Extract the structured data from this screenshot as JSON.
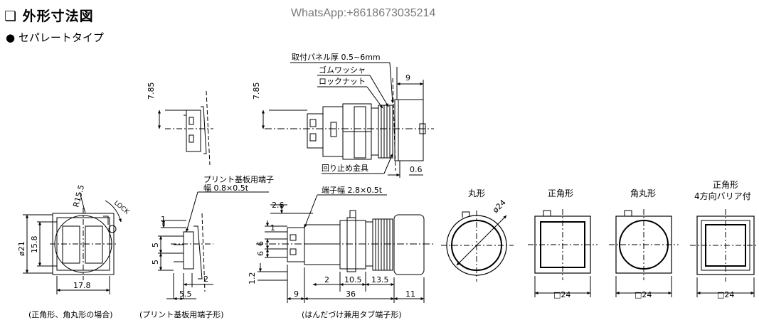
{
  "header": {
    "title": "❏ 外形寸法図",
    "subtitle": "● セパレートタイプ",
    "watermark": "WhatsApp:+8618673035214"
  },
  "callouts": {
    "panel_thickness": "取付パネル厚 0.5~6mm",
    "rubber_washer": "ゴムワッシャ",
    "lock_nut": "ロックナット",
    "anti_rotation": "回り止め金具",
    "pcb_terminal": "プリント基板用端子",
    "pcb_terminal_width": "幅 0.8×0.5t",
    "terminal_width": "端子幅 2.8×0.5t",
    "lock_marker": "LOCK"
  },
  "dimensions": {
    "top_left_785": "7.85",
    "top_mid_785": "7.85",
    "bezel_9": "9",
    "bezel_06": "0.6",
    "r155": "R15.5",
    "d21": "ø21",
    "h158": "15.8",
    "w178": "17.8",
    "pcb_1": "1",
    "pcb_5a": "5",
    "pcb_5b": "5",
    "pcb_2": "2",
    "pcb_55": "5.5",
    "tab_26": "2.6",
    "tab_1": "1",
    "tab_6a": "6",
    "tab_6b": "6",
    "tab_12": "1.2",
    "tab_2": "2",
    "tab_105": "10.5",
    "tab_135": "13.5",
    "tab_9": "9",
    "tab_36": "36",
    "tab_11": "11",
    "round_d24": "ø24",
    "sq_24": "□24",
    "rsq_24": "□24",
    "barrier_24": "□24"
  },
  "captions": {
    "square_round_case": "(正角形、角丸形の場合)",
    "pcb_type": "(プリント基板用端子形)",
    "solder_tab_type": "(はんだづけ兼用タブ端子形)"
  },
  "shape_labels": {
    "round": "丸形",
    "square": "正角形",
    "rounded_square": "角丸形",
    "barrier_line1": "正角形",
    "barrier_line2": "4方向バリア付"
  }
}
